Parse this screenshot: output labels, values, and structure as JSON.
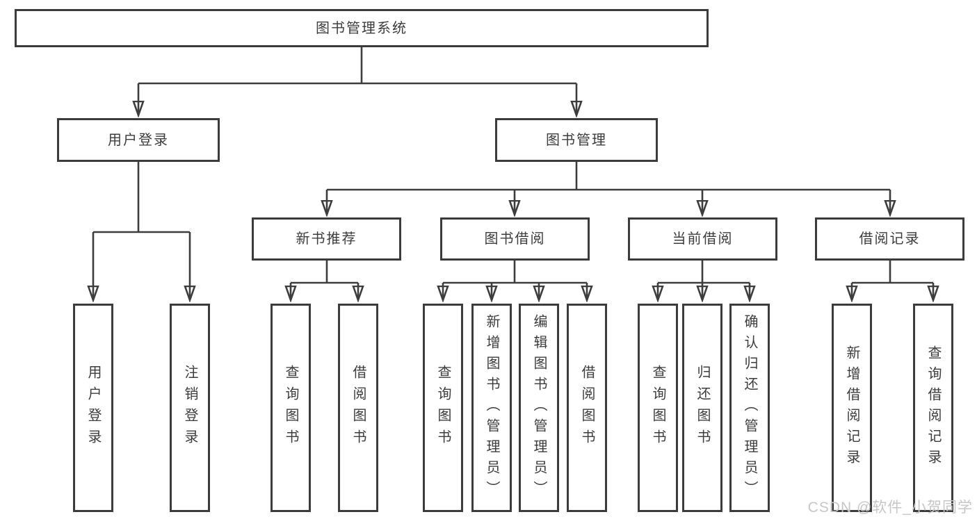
{
  "diagram_title": "图书管理系统",
  "tree": {
    "label": "图书管理系统",
    "children": [
      {
        "label": "用户登录",
        "children": [
          {
            "label": "用户登录"
          },
          {
            "label": "注销登录"
          }
        ]
      },
      {
        "label": "图书管理",
        "children": [
          {
            "label": "新书推荐",
            "children": [
              {
                "label": "查询图书"
              },
              {
                "label": "借阅图书"
              }
            ]
          },
          {
            "label": "图书借阅",
            "children": [
              {
                "label": "查询图书"
              },
              {
                "label": "新增图书（管理员）"
              },
              {
                "label": "编辑图书（管理员）"
              },
              {
                "label": "借阅图书"
              }
            ]
          },
          {
            "label": "当前借阅",
            "children": [
              {
                "label": "查询图书"
              },
              {
                "label": "归还图书"
              },
              {
                "label": "确认归还（管理员）"
              }
            ]
          },
          {
            "label": "借阅记录",
            "children": [
              {
                "label": "新增借阅记录"
              },
              {
                "label": "查询借阅记录"
              }
            ]
          }
        ]
      }
    ]
  },
  "watermark": {
    "text": "CSDN @软件_小贺同学"
  },
  "colors": {
    "line": "#3d3d3d",
    "box_border": "#3b3b3b",
    "text": "#3c3c3c",
    "background": "#ffffff",
    "watermark": "#c6c6c6"
  }
}
